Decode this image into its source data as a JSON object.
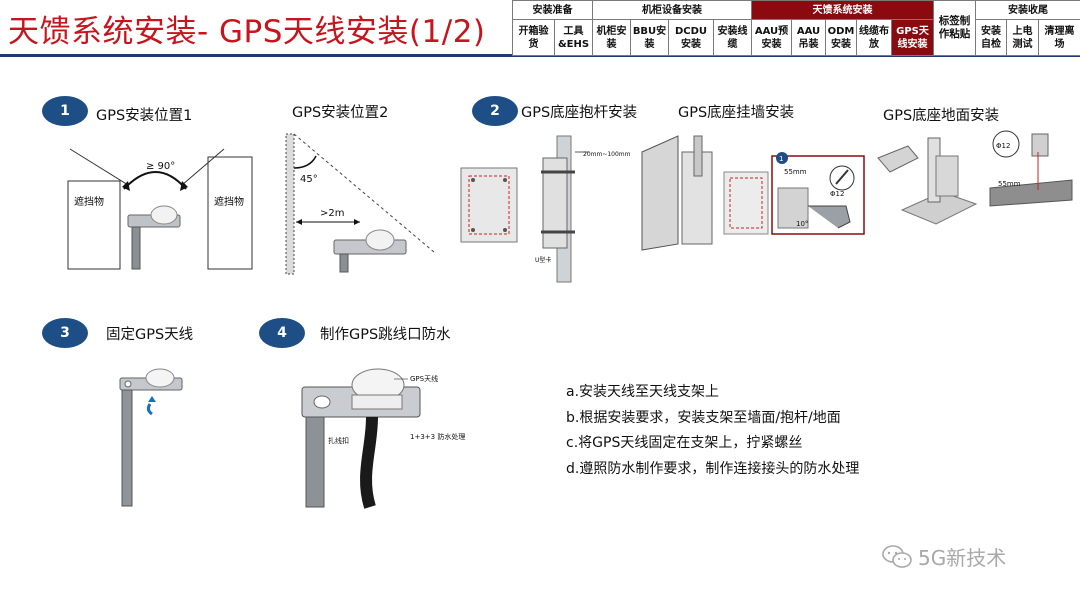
{
  "title": "天馈系统安装- GPS天线安装(1/2)",
  "nav": {
    "groups": [
      "安装准备",
      "机柜设备安装",
      "天馈系统安装",
      "标签制作粘贴",
      "安装收尾"
    ],
    "items": [
      "开箱验货",
      "工具&EHS",
      "机柜安装",
      "BBU安装",
      "DCDU安装",
      "安装线缆",
      "AAU预安装",
      "AAU吊装",
      "ODM安装",
      "线缆布放",
      "GPS天线安装",
      "安装自检",
      "上电测试",
      "清理离场"
    ],
    "active_group": "天馈系统安装",
    "active_item": "GPS天线安装"
  },
  "steps": [
    {
      "number": "1",
      "label": "GPS安装位置1"
    },
    {
      "number": "2",
      "label": "GPS底座抱杆安装"
    },
    {
      "number": "3",
      "label": "固定GPS天线"
    },
    {
      "number": "4",
      "label": "制作GPS跳线口防水"
    }
  ],
  "sublabels": {
    "position2": "GPS安装位置2",
    "wall_mount": "GPS底座挂墙安装",
    "ground_mount": "GPS底座地面安装"
  },
  "figure_texts": {
    "angle_90": "≥ 90°",
    "obstacle_left": "遮挡物",
    "obstacle_right": "遮挡物",
    "angle_45": "45°",
    "distance_2m": ">2m",
    "pole_range": "20mm~100mm",
    "u_bolt": "U型卡",
    "wall_step": "1",
    "wall_depth": "55mm",
    "wall_phi": "Φ12",
    "wall_angle": "10°",
    "ground_phi": "Φ12",
    "ground_depth": "55mm",
    "gps_antenna": "GPS天线",
    "cable_tie": "扎线扣",
    "waterproof": "1+3+3\n防水处理"
  },
  "instructions": [
    "a.安装天线至天线支架上",
    "b.根据安装要求，安装支架至墙面/抱杆/地面",
    "c.将GPS天线固定在支架上，拧紧螺丝",
    "d.遵照防水制作要求，制作连接接头的防水处理"
  ],
  "watermark": "5G新技术",
  "colors": {
    "title": "#c8151d",
    "badge": "#1d4f86",
    "nav_active": "#8b0a10",
    "rule": "#1f3b78"
  }
}
